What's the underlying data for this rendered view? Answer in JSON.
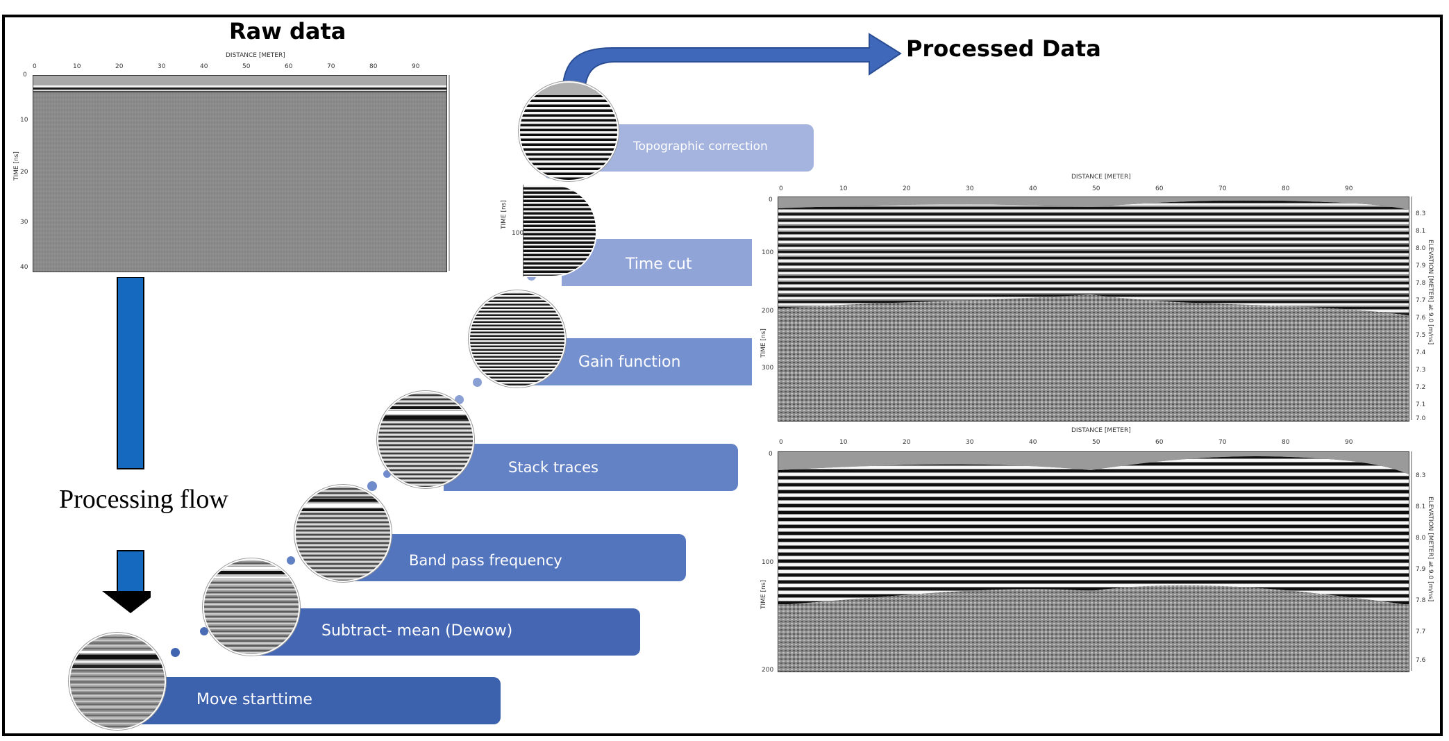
{
  "titles": {
    "raw": "Raw data",
    "processed": "Processed Data",
    "flow": "Processing flow"
  },
  "steps": [
    {
      "label": "Move starttime"
    },
    {
      "label": "Subtract- mean (Dewow)"
    },
    {
      "label": "Band pass frequency"
    },
    {
      "label": "Stack traces"
    },
    {
      "label": "Gain  function"
    },
    {
      "label": "Time  cut"
    },
    {
      "label": "Topographic correction"
    }
  ],
  "colors": {
    "bar_dark": "#3f64b0",
    "bar_light": "#a7b5de",
    "arrow": "#1569bf"
  },
  "plots": {
    "raw": {
      "x_axis_label": "DISTANCE [METER]",
      "y_axis_label": "TIME [ns]",
      "x_ticks": [
        "0",
        "10",
        "20",
        "30",
        "40",
        "50",
        "60",
        "70",
        "80",
        "90"
      ],
      "y_ticks": [
        "0",
        "10",
        "20",
        "30",
        "40"
      ]
    },
    "processed_top": {
      "x_axis_label": "DISTANCE [METER]",
      "y_axis_label": "TIME [ns]",
      "right_axis_label": "ELEVATION [METER] at 9.0 [m/ns]",
      "x_ticks": [
        "0",
        "10",
        "20",
        "30",
        "40",
        "50",
        "60",
        "70",
        "80",
        "90"
      ],
      "y_ticks": [
        "0",
        "100",
        "200",
        "300"
      ],
      "right_ticks": [
        "8.3",
        "8.1",
        "8.0",
        "7.9",
        "7.8",
        "7.7",
        "7.6",
        "7.5",
        "7.4",
        "7.3",
        "7.2",
        "7.1",
        "7.0"
      ]
    },
    "processed_bottom": {
      "x_axis_label": "DISTANCE [METER]",
      "y_axis_label": "TIME [ns]",
      "right_axis_label": "ELEVATION [METER] at 9.0 [m/ns]",
      "x_ticks": [
        "0",
        "10",
        "20",
        "30",
        "40",
        "50",
        "60",
        "70",
        "80",
        "90"
      ],
      "y_ticks": [
        "0",
        "100",
        "200"
      ],
      "right_ticks": [
        "8.3",
        "8.1",
        "8.0",
        "7.9",
        "7.8",
        "7.7",
        "7.6"
      ]
    },
    "timecut_thumb_tick": "100"
  }
}
